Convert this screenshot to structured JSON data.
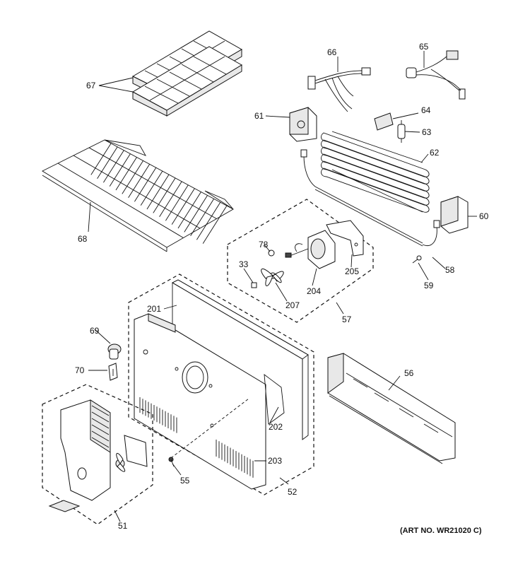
{
  "callouts": {
    "p51": "51",
    "p52": "52",
    "p55": "55",
    "p56": "56",
    "p57": "57",
    "p58": "58",
    "p59": "59",
    "p60": "60",
    "p61": "61",
    "p62": "62",
    "p63": "63",
    "p64": "64",
    "p65": "65",
    "p66": "66",
    "p67": "67",
    "p68": "68",
    "p69": "69",
    "p70": "70",
    "p33": "33",
    "p78": "78",
    "p201": "201",
    "p202": "202",
    "p203": "203",
    "p204": "204",
    "p205": "205",
    "p207": "207"
  },
  "art_number": "(ART NO. WR21020 C)"
}
